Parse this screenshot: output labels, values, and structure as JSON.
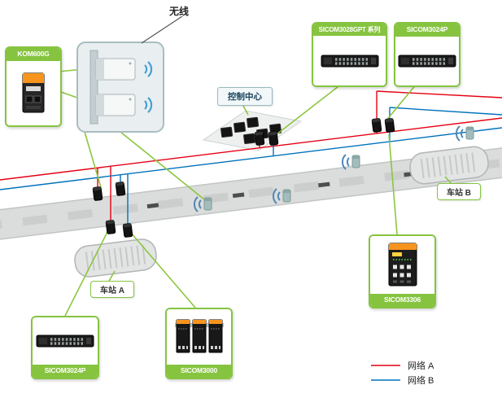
{
  "diagram": {
    "labels": {
      "wireless": "无线",
      "control_center": "控制中心",
      "station_a": "车站 A",
      "station_b": "车站 B"
    },
    "callouts": {
      "kom600g": "KOM600G",
      "sicom3028gpt": "SICOM3028GPT 系列",
      "sicom3024p_top": "SICOM3024P",
      "sicom3024p_bottom": "SICOM3024P",
      "sicom3000": "SICOM3000",
      "sicom3306": "SICOM3306"
    },
    "legend": [
      {
        "label": "网络 A",
        "color": "#e60012"
      },
      {
        "label": "网络 B",
        "color": "#0072bc"
      }
    ],
    "colors": {
      "accent_green": "#86c440",
      "network_a": "#e60012",
      "network_b": "#0072bc",
      "wifi_blue": "#45a0d6"
    }
  }
}
